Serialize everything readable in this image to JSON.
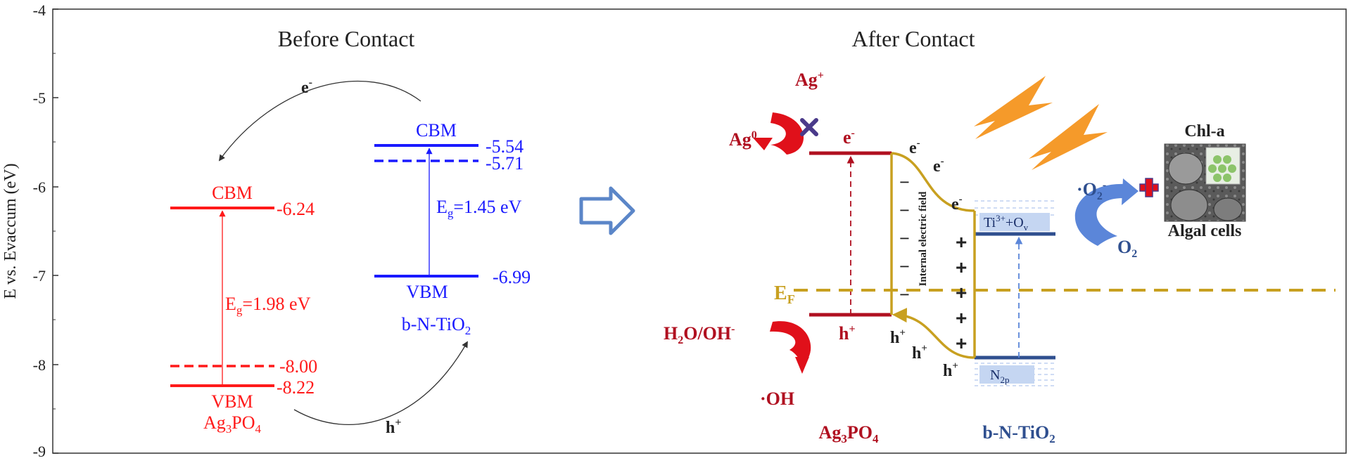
{
  "axis": {
    "ylabel": "E vs. Evaccum (eV)",
    "ticks": [
      "-4",
      "-5",
      "-6",
      "-7",
      "-8",
      "-9"
    ],
    "ylim": [
      -9,
      -4
    ]
  },
  "before": {
    "title": "Before Contact",
    "ag3po4": {
      "cbm_label": "CBM",
      "cbm_value": "-6.24",
      "dashed_value": "-8.00",
      "vbm_value": "-8.22",
      "vbm_label": "VBM",
      "eg_base": "E",
      "eg_sub": "g",
      "eg_rest": "=1.98 eV",
      "name_main": "Ag",
      "name_sub1": "3",
      "name_mid": "PO",
      "name_sub2": "4",
      "color": "#ff1a1a"
    },
    "tio2": {
      "cbm_label": "CBM",
      "cbm_value": "-5.54",
      "dashed_value": "-5.71",
      "vbm_label": "VBM",
      "vbm_value": "-6.99",
      "eg_base": "E",
      "eg_sub": "g",
      "eg_rest": "=1.45 eV",
      "name_main": "b-N-TiO",
      "name_sub": "2",
      "color": "#1a1aff"
    },
    "electron_label": "e",
    "electron_sup": "-",
    "hole_label": "h",
    "hole_sup": "+"
  },
  "after": {
    "title": "After Contact",
    "ag_plus": "Ag",
    "ag_plus_sup": "+",
    "ag0": "Ag",
    "ag0_sup": "0",
    "e_top": "e",
    "e_top_sup": "-",
    "h_bottom": "h",
    "h_bottom_sup": "+",
    "ef_main": "E",
    "ef_sub": "F",
    "h2o": "H",
    "h2o_sub": "2",
    "h2o_rest": "O/OH",
    "h2o_sup": "-",
    "oh": "·OH",
    "field_label": "Internal electric field",
    "ti3_label": "Ti",
    "ti3_sup": "3+",
    "ti3_rest": "+O",
    "ti3_sub": "v",
    "n2p_label": "N",
    "n2p_sub": "2p",
    "o2_minus": "·O",
    "o2_minus_sub": "2",
    "o2_minus_sup": "-",
    "o2": "O",
    "o2_sub": "2",
    "chl": "Chl-a",
    "algal": "Algal cells",
    "bottom_ag3po4": "Ag",
    "bottom_ag3po4_sub1": "3",
    "bottom_ag3po4_mid": "PO",
    "bottom_ag3po4_sub2": "4",
    "bottom_tio2": "b-N-TiO",
    "bottom_tio2_sub": "2",
    "e_char": "e",
    "e_sup": "-",
    "h_char": "h",
    "h_sup": "+",
    "minus_char": "−",
    "plus_char": "+",
    "colors": {
      "dark_red": "#b01020",
      "arrow_red": "#e0101a",
      "navy": "#2f4f8f",
      "gold": "#c8a020",
      "light_blue": "#5b86d9",
      "orange": "#f59a2a"
    }
  }
}
